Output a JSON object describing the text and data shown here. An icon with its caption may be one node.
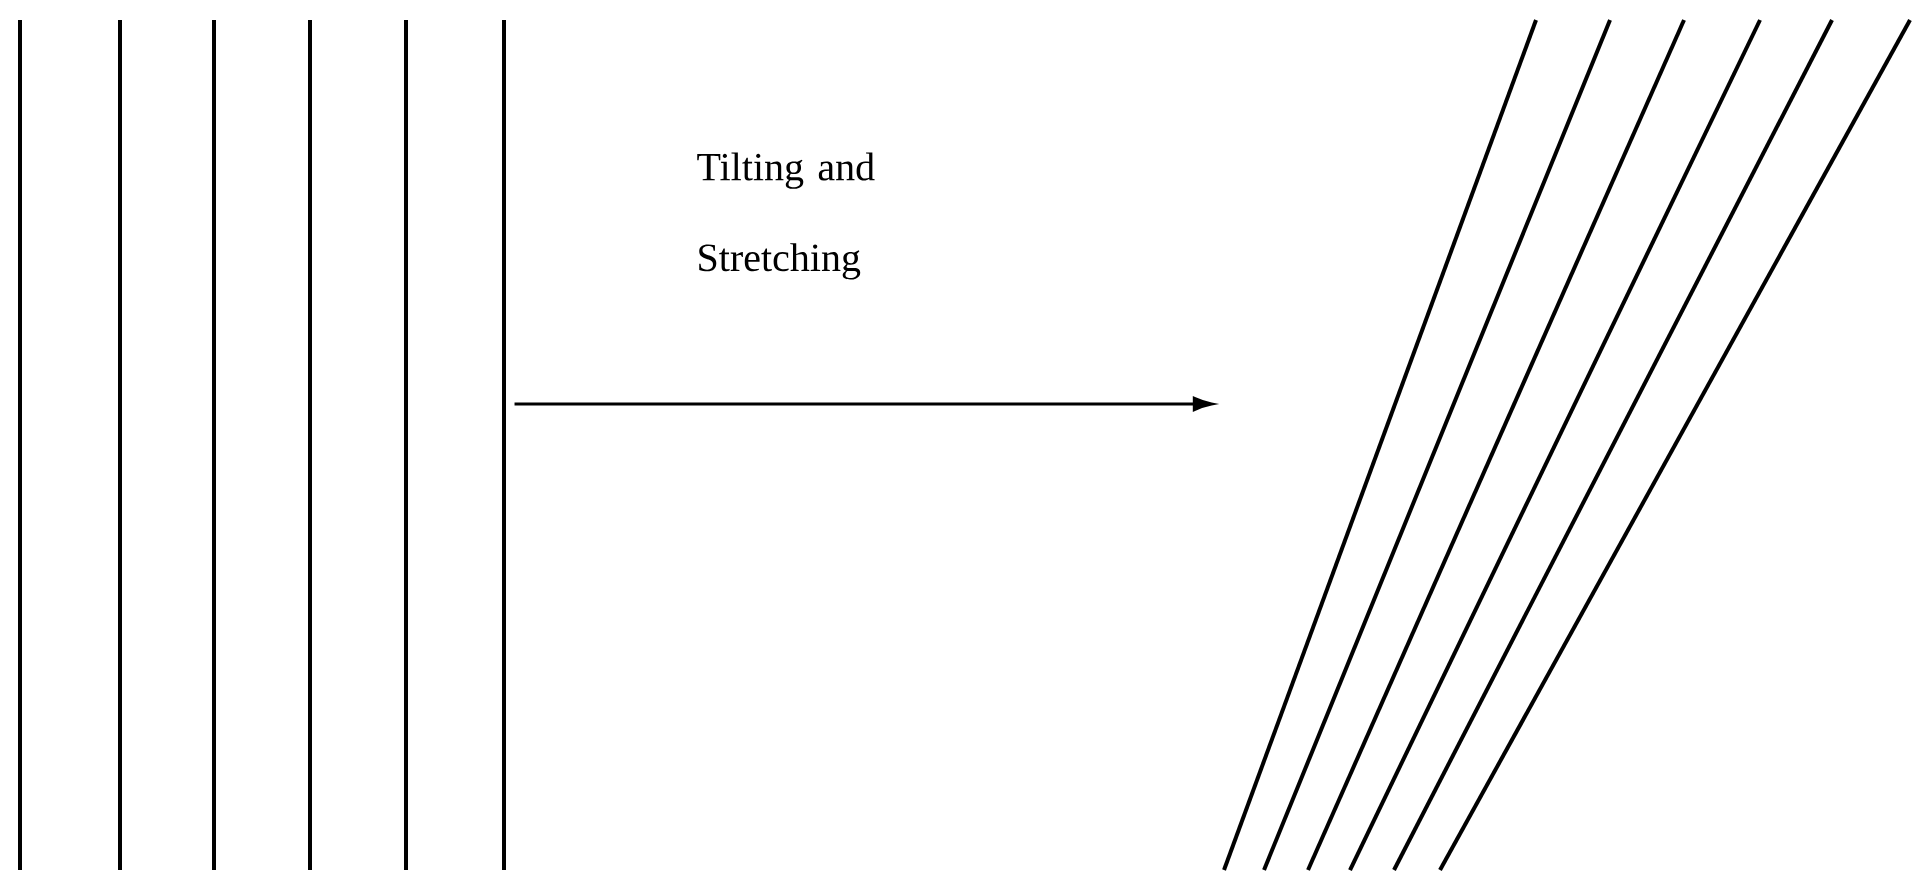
{
  "diagram": {
    "nodes": [
      {
        "text": [],
        "shape": "picture"
      },
      {
        "text": [],
        "shape": "picture"
      }
    ],
    "edges": [
      {
        "from": 0,
        "to": 1,
        "arrow": "to",
        "label": "Tilting and Stretching"
      }
    ]
  }
}
